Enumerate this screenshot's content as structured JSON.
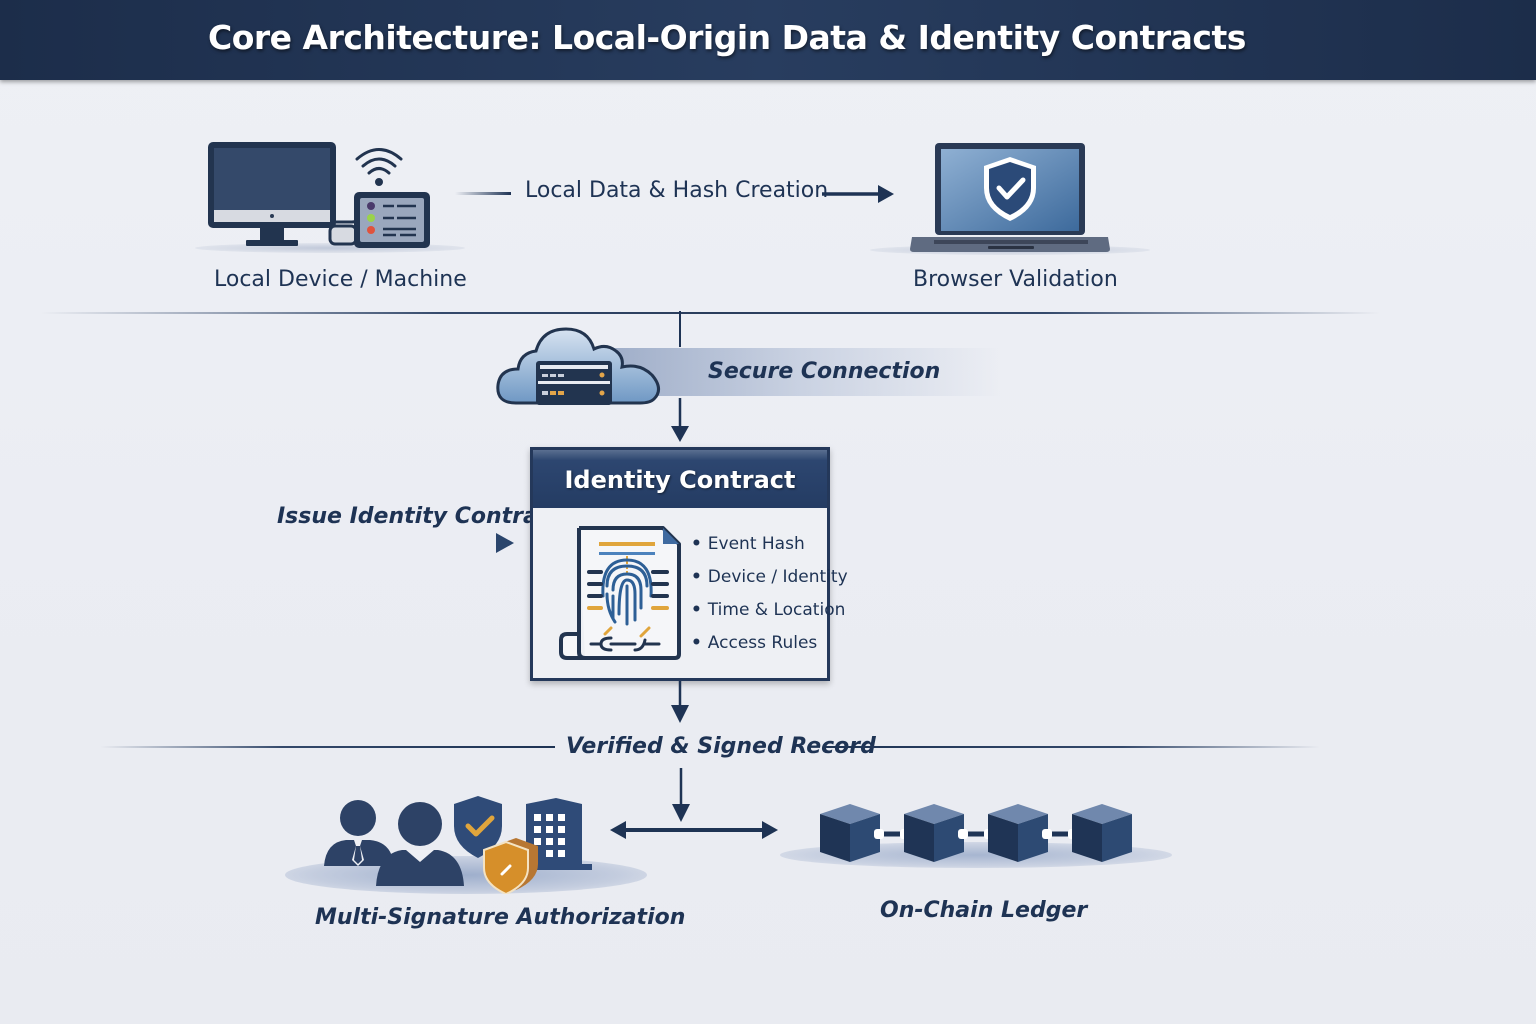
{
  "header": {
    "title": "Core Architecture: Local-Origin Data & Identity Contracts"
  },
  "nodes": {
    "local_device": {
      "label": "Local Device / Machine",
      "icon": "desktop-computer-with-router-icon"
    },
    "browser": {
      "label": "Browser Validation",
      "icon": "laptop-shield-check-icon"
    },
    "cloud": {
      "label": "Secure Connection",
      "icon": "cloud-server-icon"
    },
    "identity_contract": {
      "title": "Identity Contract",
      "icon": "fingerprint-document-icon",
      "items": [
        "Event Hash",
        "Device / Identity",
        "Time & Location",
        "Access Rules"
      ]
    },
    "multisig": {
      "label": "Multi-Signature Authorization",
      "icon": "users-shields-building-icon"
    },
    "ledger": {
      "label": "On-Chain Ledger",
      "icon": "blockchain-blocks-icon",
      "block_count": 4
    }
  },
  "edges": {
    "local_to_browser": "Local Data & Hash Creation",
    "issue_contract": "Issue Identity Contract",
    "verified_record": "Verified & Signed Record"
  },
  "colors": {
    "primary_navy": "#1e3354",
    "header_navy": "#24385a",
    "accent_blue": "#4a78ab",
    "accent_gold": "#d9a03a",
    "background": "#eceef3"
  }
}
